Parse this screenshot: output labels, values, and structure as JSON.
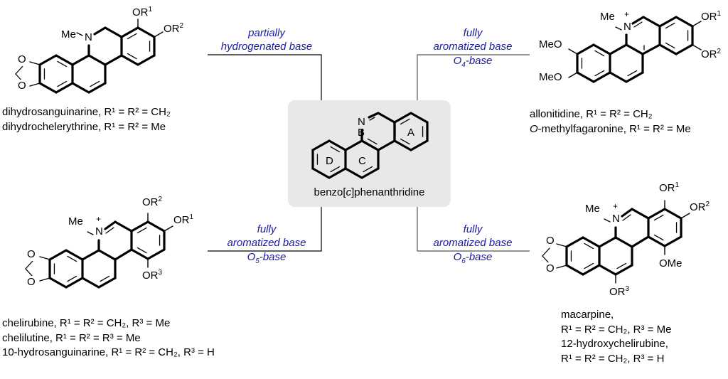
{
  "core": {
    "name_prefix": "benzo[",
    "name_italic": "c",
    "name_suffix": "]phenanthridine",
    "ring_labels": [
      "A",
      "B",
      "C",
      "D"
    ],
    "box_color": "#e8e8e8"
  },
  "branches": {
    "top_left": {
      "line1": "partially",
      "line2": "hydrogenated base",
      "below": ""
    },
    "top_right": {
      "line1": "fully",
      "line2": "aromatized base",
      "below_prefix": "O",
      "below_sub": "4",
      "below_suffix": "-base"
    },
    "bottom_left": {
      "line1": "fully",
      "line2": "aromatized base",
      "below_prefix": "O",
      "below_sub": "5",
      "below_suffix": "-base"
    },
    "bottom_right": {
      "line1": "fully",
      "line2": "aromatized base",
      "below_prefix": "O",
      "below_sub": "6",
      "below_suffix": "-base"
    },
    "label_color": "#1a1aa6"
  },
  "compounds": {
    "top_left": {
      "atom_labels": {
        "n": "N",
        "me": "Me",
        "or1": "OR",
        "or1_sup": "1",
        "or2": "OR",
        "or2_sup": "2",
        "o_top": "O",
        "o_bot": "O"
      },
      "captions": [
        {
          "name": "dihydrosanguinarine",
          "rest": ", R¹ = R² = CH₂"
        },
        {
          "name": "dihydrochelerythrine",
          "rest": ", R¹ = R² = Me"
        }
      ]
    },
    "top_right": {
      "atom_labels": {
        "n": "N",
        "plus": "+",
        "me": "Me",
        "or1": "OR",
        "or1_sup": "1",
        "or2": "OR",
        "or2_sup": "2",
        "meo1": "MeO",
        "meo2": "MeO"
      },
      "captions": [
        {
          "name": "allonitidine",
          "rest": ", R¹ = R² = CH₂"
        },
        {
          "name_italic": "O",
          "name": "-methylfagaronine",
          "rest": ", R¹ = R² = Me"
        }
      ]
    },
    "bottom_left": {
      "atom_labels": {
        "n": "N",
        "plus": "+",
        "me": "Me",
        "or1": "OR",
        "or1_sup": "1",
        "or2": "OR",
        "or2_sup": "2",
        "or3": "OR",
        "or3_sup": "3",
        "o_top": "O",
        "o_bot": "O"
      },
      "captions": [
        {
          "name": "chelirubine",
          "rest": ", R¹ = R² = CH₂, R³ = Me"
        },
        {
          "name": "chelilutine",
          "rest": ", R¹ = R² = R³ = Me"
        },
        {
          "name": "10-hydrosanguinarine",
          "rest": ", R¹ = R² = CH₂, R³ = H"
        }
      ]
    },
    "bottom_right": {
      "atom_labels": {
        "n": "N",
        "plus": "+",
        "me": "Me",
        "or1": "OR",
        "or1_sup": "1",
        "or2": "OR",
        "or2_sup": "2",
        "or3": "OR",
        "or3_sup": "3",
        "ome": "OMe",
        "o_top": "O",
        "o_bot": "O"
      },
      "captions": [
        {
          "name": "macarpine,",
          "rest": ""
        },
        {
          "name": "",
          "rest": "R¹ = R² = CH₂, R³ = Me"
        },
        {
          "name": "12-hydroxychelirubine,",
          "rest": ""
        },
        {
          "name": "",
          "rest": "R¹ = R² = CH₂, R³ = H"
        }
      ]
    }
  }
}
